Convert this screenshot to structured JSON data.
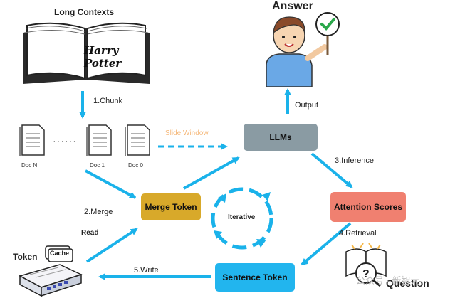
{
  "title_long_contexts": "Long Contexts",
  "book_logo_text": "Harry Potter",
  "answer_title": "Answer",
  "steps": {
    "chunk": "1.Chunk",
    "merge": "2.Merge",
    "inference": "3.Inference",
    "retrieval": "4.Retrieval",
    "write": "5.Write",
    "read": "Read",
    "output": "Output",
    "slide_window": "Slide Window",
    "iterative": "Iterative"
  },
  "boxes": {
    "llms": "LLMs",
    "merge_token": "Merge Token",
    "attention_scores": "Attention Scores",
    "sentence_token": "Sentence Token"
  },
  "docs": [
    "Doc N",
    "Doc 1",
    "Doc 0"
  ],
  "dots": "······",
  "token_label": "Token",
  "cache_label": "Cache",
  "question_label": "Question",
  "watermark": "公众号 · 新智元",
  "colors": {
    "arrow": "#1ab2ea",
    "slide_window": "#f5b87a",
    "llms": "#8a9ba3",
    "merge_token": "#d8a92a",
    "attention_scores": "#f08070",
    "sentence_token": "#22b5ee"
  }
}
